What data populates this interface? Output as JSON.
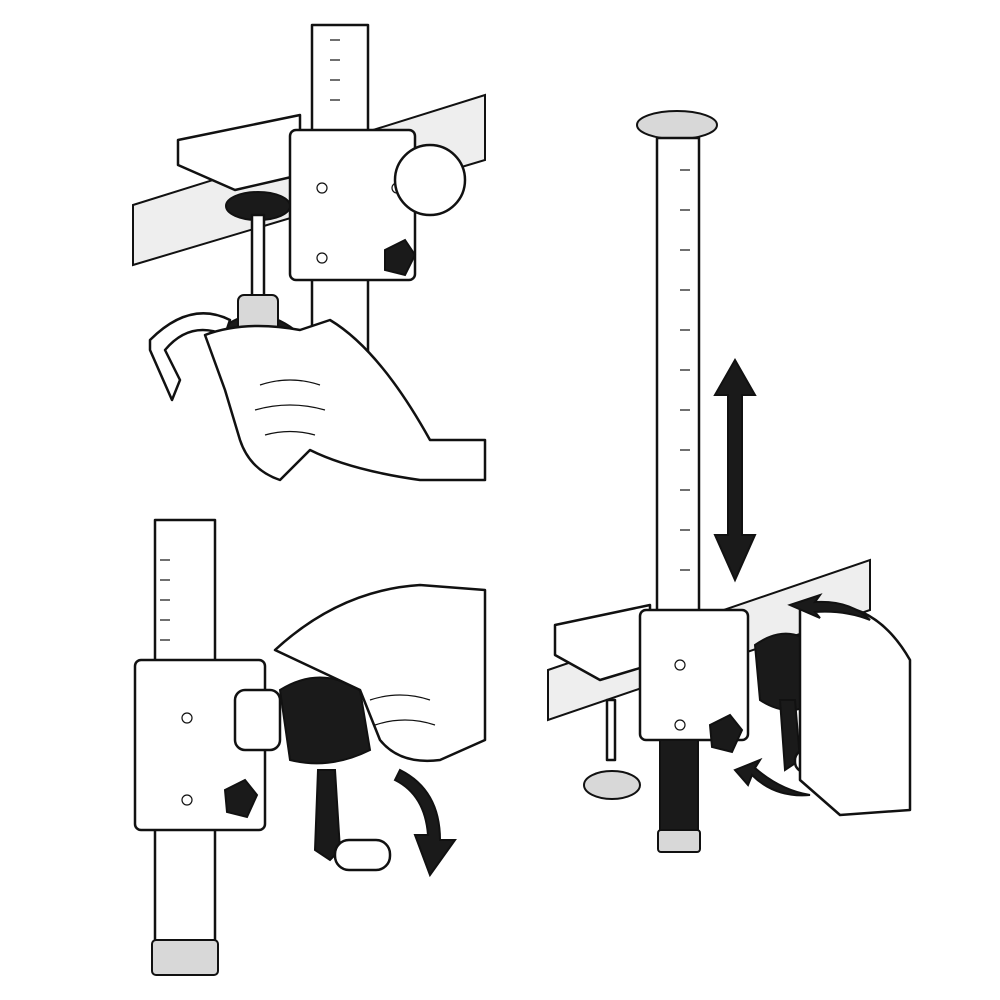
{
  "illustration": {
    "panels": [
      "clamp-tighten",
      "crank-lock",
      "column-height-adjust"
    ],
    "colors": {
      "line": "#111111",
      "background": "#ffffff",
      "shade": "#d8d8d8",
      "dark": "#1a1a1a"
    }
  }
}
